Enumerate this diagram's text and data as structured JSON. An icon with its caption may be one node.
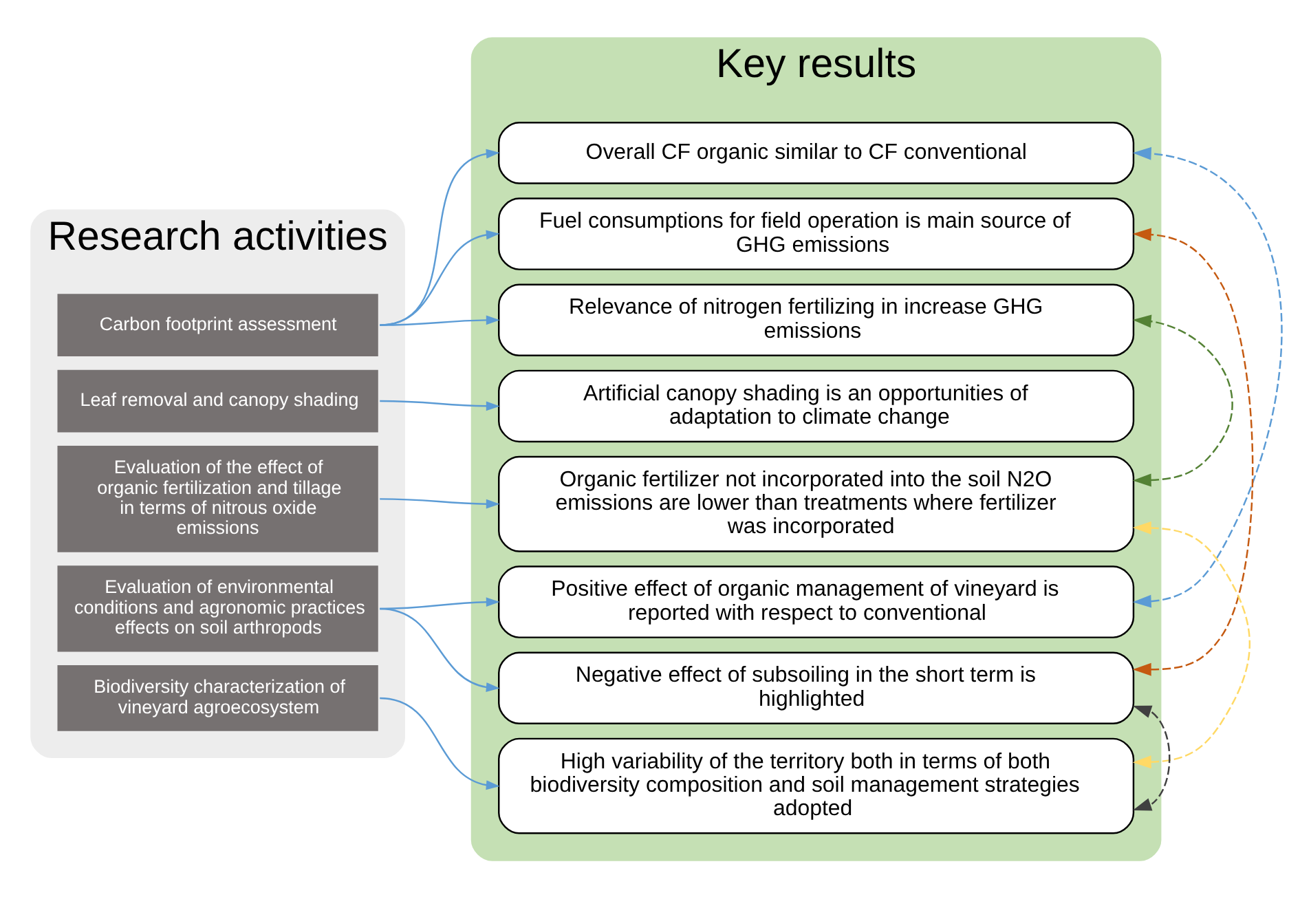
{
  "diagram": {
    "nodes": [
      {
        "text": [
          "Research activities"
        ]
      },
      {
        "text": [
          "Carbon footprint assessment"
        ],
        "in": 0
      },
      {
        "text": [
          "Leaf removal and canopy shading"
        ],
        "in": 0
      },
      {
        "text": [
          "Evaluation of the effect of organic fertilization and tillage in terms of nitrous oxide emissions"
        ],
        "in": 0
      },
      {
        "text": [
          "Evaluation of environmental conditions and agronomic practices effects on soil arthropods"
        ],
        "in": 0
      },
      {
        "text": [
          "Biodiversity characterization of vineyard agroecosystem"
        ],
        "in": 0
      },
      {
        "text": [
          "Key results"
        ]
      },
      {
        "text": [
          "Overall CF organic similar to CF conventional"
        ],
        "in": 6
      },
      {
        "text": [
          "Fuel consumptions for field operation is main source of GHG emissions"
        ],
        "in": 6
      },
      {
        "text": [
          "Relevance of nitrogen fertilizing in increase GHG emissions"
        ],
        "in": 6
      },
      {
        "text": [
          "Artificial canopy shading is an opportunities of adaptation to climate change"
        ],
        "in": 6
      },
      {
        "text": [
          "Organic fertilizer not incorporated into the soil N2O emissions are lower than treatments where fertilizer was incorporated"
        ],
        "in": 6
      },
      {
        "text": [
          "Positive effect of organic management of vineyard is reported with respect to conventional"
        ],
        "in": 6
      },
      {
        "text": [
          "Negative effect of subsoiling in the short term is highlighted"
        ],
        "in": 6
      },
      {
        "text": [
          "High variability of the territory both in terms of both biodiversity composition and soil management strategies adopted"
        ],
        "in": 6
      }
    ],
    "edges": [
      {
        "from": 1,
        "to": 7,
        "arrow": "to"
      },
      {
        "from": 1,
        "to": 8,
        "arrow": "to"
      },
      {
        "from": 1,
        "to": 9,
        "arrow": "to"
      },
      {
        "from": 2,
        "to": 10,
        "arrow": "to"
      },
      {
        "from": 3,
        "to": 11,
        "arrow": "to"
      },
      {
        "from": 4,
        "to": 12,
        "arrow": "to"
      },
      {
        "from": 4,
        "to": 13,
        "arrow": "to"
      },
      {
        "from": 5,
        "to": 14,
        "arrow": "to"
      },
      {
        "from": 12,
        "to": 7,
        "arrow": "both",
        "style": "dashed",
        "color": "#5b9bd5"
      },
      {
        "from": 13,
        "to": 8,
        "arrow": "both",
        "style": "dashed",
        "color": "#c55a11"
      },
      {
        "from": 11,
        "to": 9,
        "arrow": "both",
        "style": "dashed",
        "color": "#548235"
      },
      {
        "from": 14,
        "to": 11,
        "arrow": "both",
        "style": "dashed",
        "color": "#ffd966"
      },
      {
        "from": 14,
        "to": 13,
        "arrow": "both",
        "style": "dashed",
        "color": "#404040"
      }
    ]
  }
}
